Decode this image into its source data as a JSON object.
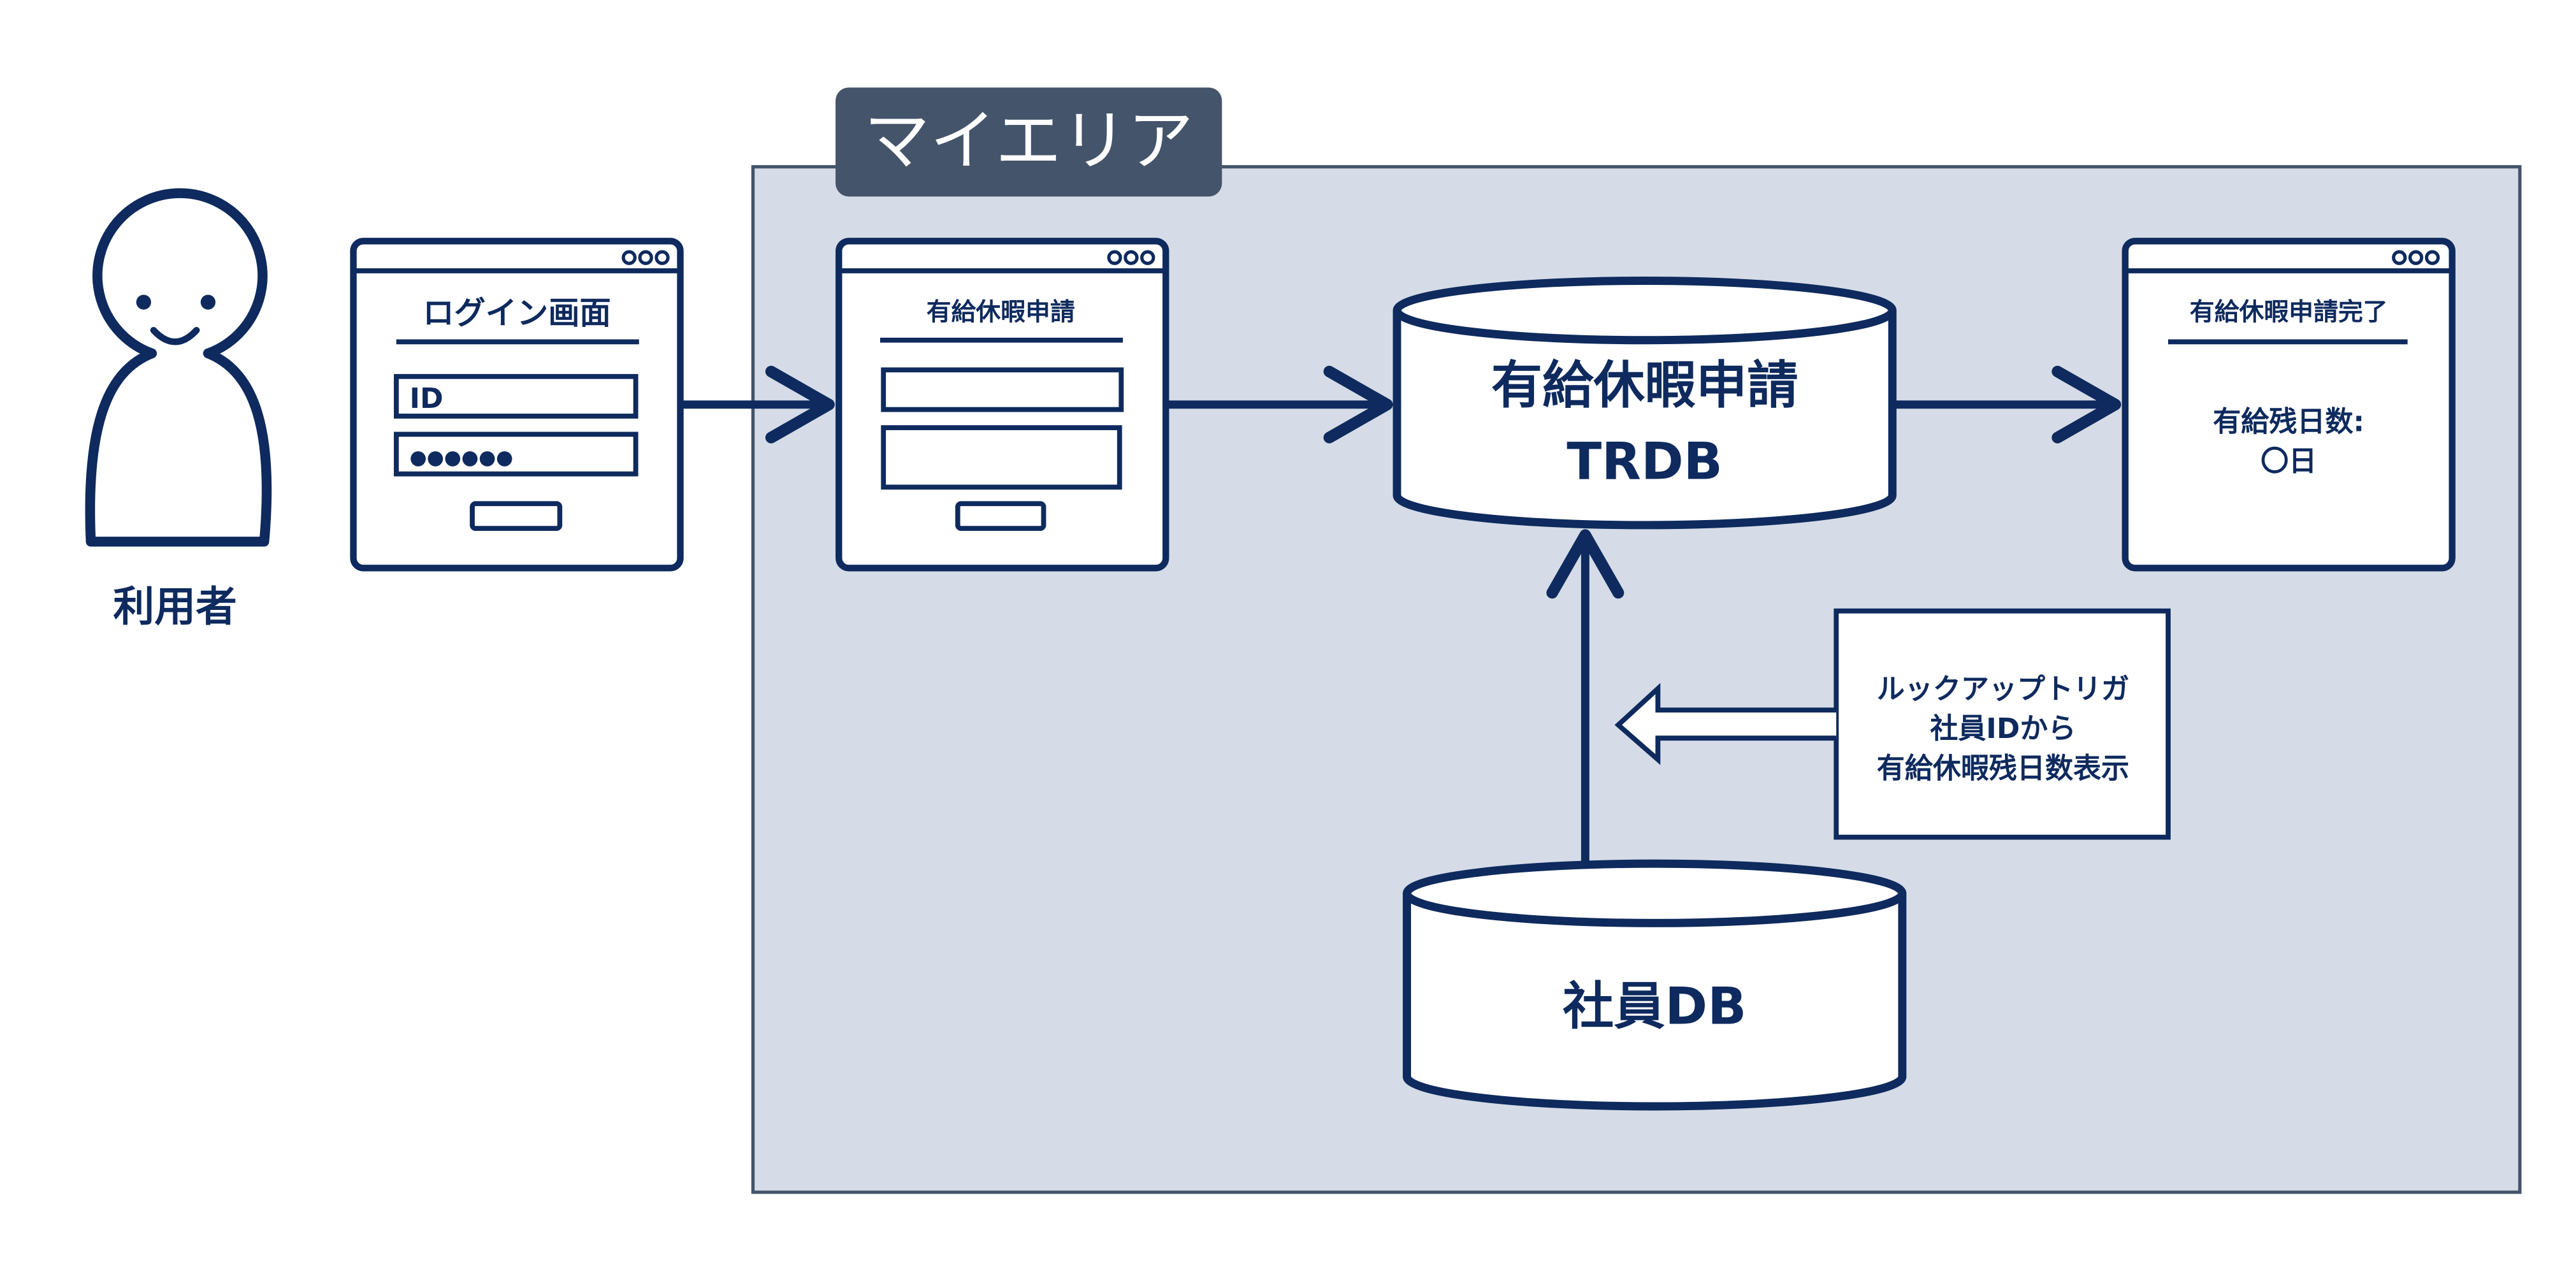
{
  "colors": {
    "navy": "#0e2a5e",
    "area_fill": "#d5dce7",
    "area_border": "#44546a",
    "tab_fill": "#44546a",
    "white": "#ffffff"
  },
  "area": {
    "title": "マイエリア"
  },
  "user": {
    "label": "利用者",
    "icon": "person-icon"
  },
  "login_screen": {
    "title": "ログイン画面",
    "id_field": "ID",
    "password_field": "●●●●●●",
    "window_controls": "ooo"
  },
  "request_screen": {
    "title": "有給休暇申請",
    "window_controls": "ooo"
  },
  "complete_screen": {
    "title": "有給休暇申請完了",
    "remaining_label": "有給残日数:",
    "remaining_value": "〇日",
    "window_controls": "ooo"
  },
  "trdb": {
    "line1": "有給休暇申請",
    "line2": "TRDB"
  },
  "employee_db": {
    "label": "社員DB"
  },
  "lookup_note": {
    "line1": "ルックアップトリガ",
    "line2": "社員IDから",
    "line3": "有給休暇残日数表示"
  }
}
